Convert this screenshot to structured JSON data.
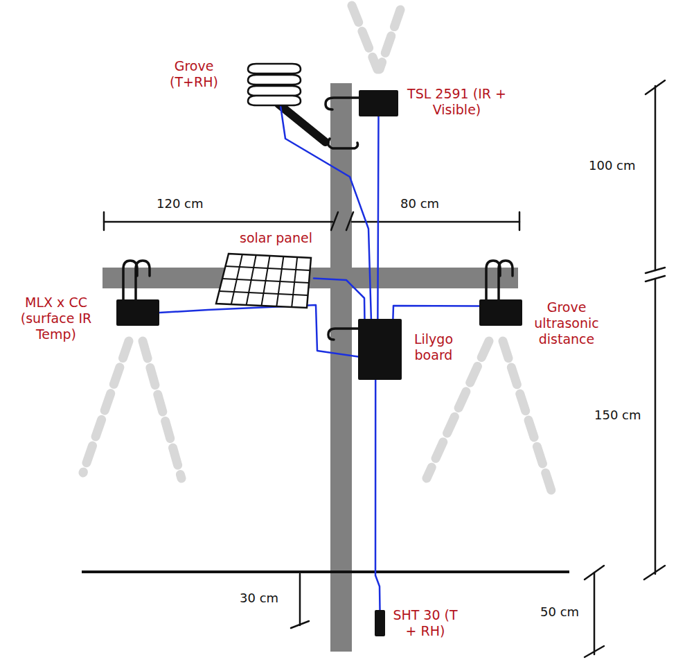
{
  "diagram": {
    "nodes": [
      {
        "text": [
          "Grove (T+RH)"
        ]
      },
      {
        "text": [
          "TSL 2591 (IR + Visible)"
        ]
      },
      {
        "text": [
          "solar panel"
        ]
      },
      {
        "text": [
          "MLX x CC (surface IR Temp)"
        ]
      },
      {
        "text": [
          "Lilygo board"
        ]
      },
      {
        "text": [
          "Grove ultrasonic distance"
        ]
      },
      {
        "text": [
          "SHT 30 (T + RH)"
        ]
      }
    ],
    "edges": [
      {
        "from": 0,
        "to": 4,
        "arrow": "none"
      },
      {
        "from": 1,
        "to": 4,
        "arrow": "none"
      },
      {
        "from": 2,
        "to": 4,
        "arrow": "none"
      },
      {
        "from": 3,
        "to": 4,
        "arrow": "none"
      },
      {
        "from": 5,
        "to": 4,
        "arrow": "none"
      },
      {
        "from": 4,
        "to": 6,
        "arrow": "none"
      }
    ],
    "labels": [
      "100 cm",
      "120 cm",
      "80 cm",
      "150 cm",
      "30 cm",
      "50 cm"
    ]
  }
}
